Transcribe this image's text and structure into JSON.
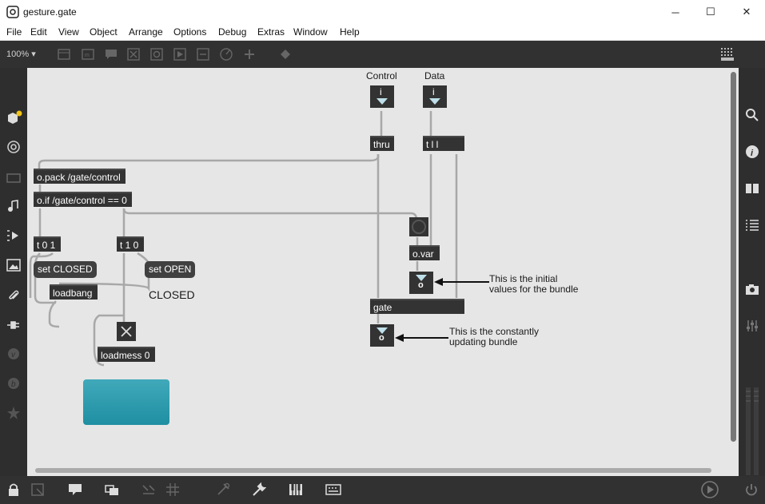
{
  "window": {
    "title": "gesture.gate",
    "minimize": "─",
    "maximize": "☐",
    "close": "✕"
  },
  "menu": [
    "File",
    "Edit",
    "View",
    "Object",
    "Arrange",
    "Options",
    "Debug",
    "Extras",
    "Window",
    "Help"
  ],
  "toolbar": {
    "zoom": "100%"
  },
  "patch": {
    "comments": {
      "control_label": "Control",
      "data_label": "Data",
      "closed_state": "CLOSED",
      "initial_note_1": "This is the initial",
      "initial_note_2": "values for the bundle",
      "updating_note_1": "This is the constantly",
      "updating_note_2": "updating bundle"
    },
    "objects": {
      "control_inlet": "i",
      "data_inlet": "i",
      "thru": "thru",
      "trigger_data": "t l l",
      "opack": "o.pack /gate/control",
      "oif": "o.if /gate/control == 0",
      "t01": "t 0 1",
      "t10": "t 1 0",
      "msg_closed": "set CLOSED",
      "msg_open": "set OPEN",
      "loadbang": "loadbang",
      "ovar": "o.var",
      "gate": "gate",
      "loadmess": "loadmess 0",
      "outlet1": "o",
      "outlet2": "o"
    }
  },
  "colors": {
    "canvas": "#e6e6e6",
    "object_bg": "#333333",
    "message_bg": "#404040",
    "panel": "#2b99ac",
    "accent_yellow": "#f2c318"
  }
}
